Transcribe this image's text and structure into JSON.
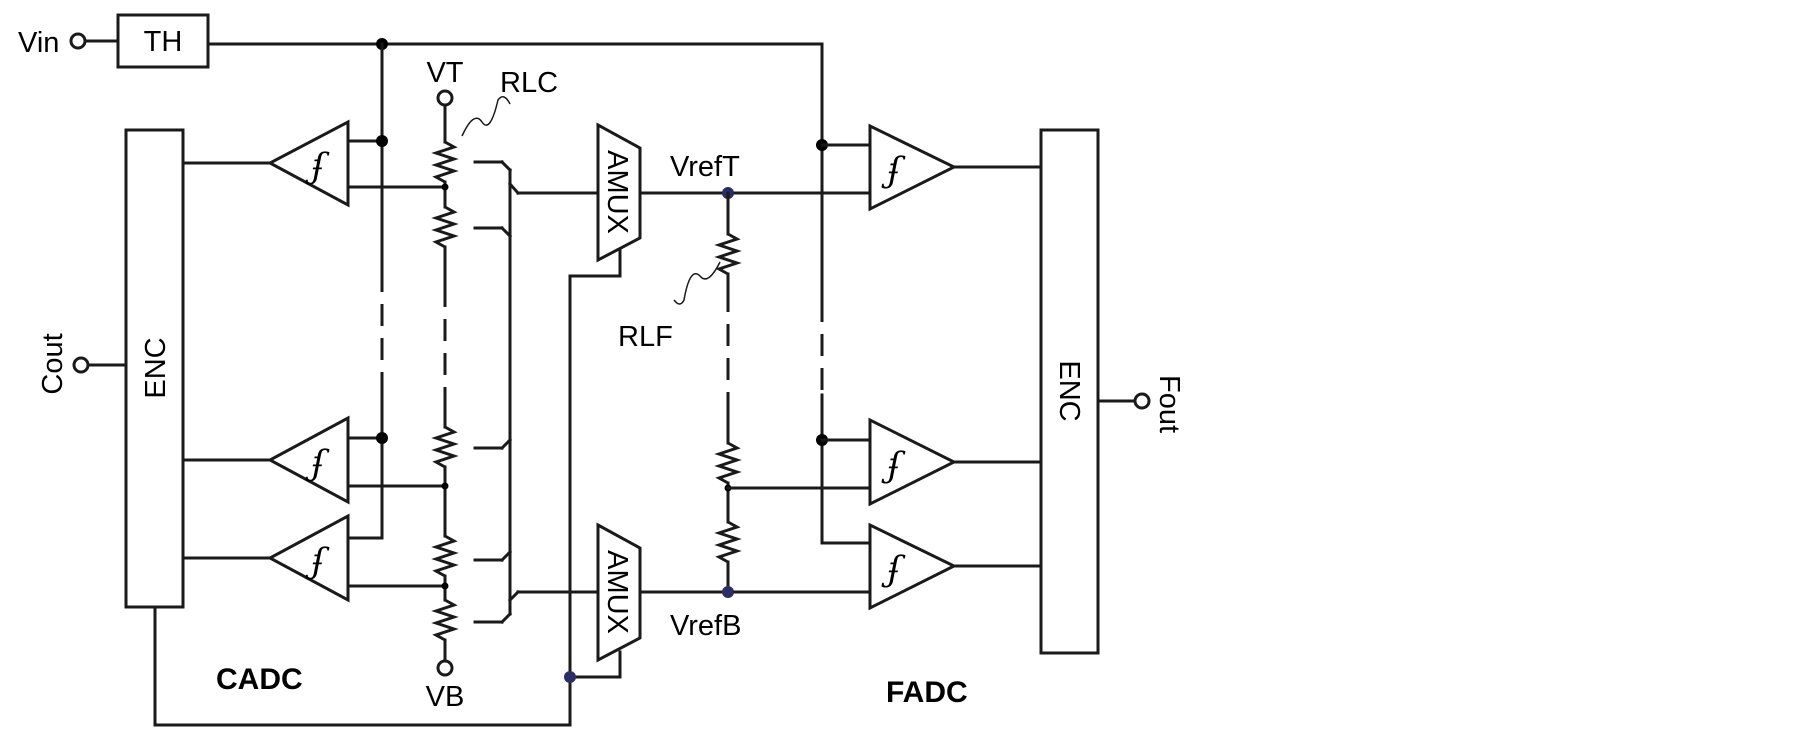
{
  "labels": {
    "vin": "Vin",
    "th": "TH",
    "vt": "VT",
    "rlc": "RLC",
    "amux_top": "AMUX",
    "amux_bottom": "AMUX",
    "vref_t": "VrefT",
    "vref_b": "VrefB",
    "rlf": "RLF",
    "cout": "Cout",
    "fout": "Fout",
    "enc_left": "ENC",
    "enc_right": "ENC",
    "vb": "VB",
    "cadc": "CADC",
    "fadc": "FADC"
  },
  "comparator_symbol": "ʄ",
  "colors": {
    "wire": "#1a1a1a",
    "junction": "#000000",
    "ref_node": "#2c2c66"
  }
}
